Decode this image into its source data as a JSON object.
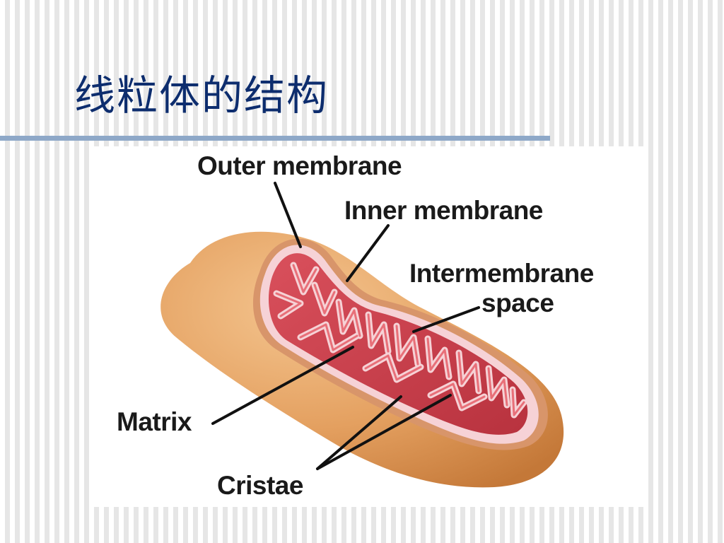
{
  "slide": {
    "title": "线粒体的结构"
  },
  "diagram": {
    "labels": {
      "outer_membrane": "Outer membrane",
      "inner_membrane": "Inner membrane",
      "intermembrane_space_line1": "Intermembrane",
      "intermembrane_space_line2": "space",
      "matrix": "Matrix",
      "cristae": "Cristae"
    },
    "colors": {
      "title_text": "#0d2d6e",
      "title_rule": "#8ea8c8",
      "outer_shell": "#e7a567",
      "cut_surface_rim": "#d99a6a",
      "inner_membrane": "#f6d2d6",
      "matrix": "#c9414e",
      "crista_fold": "#e86f78"
    }
  }
}
